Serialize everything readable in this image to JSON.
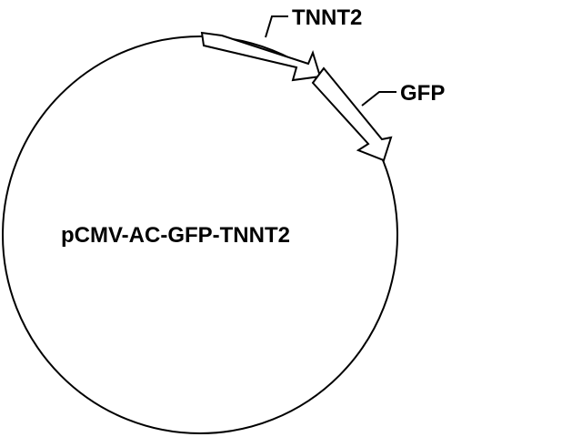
{
  "plasmid": {
    "name": "pCMV-AC-GFP-TNNT2"
  },
  "features": [
    {
      "name": "TNNT2",
      "type": "gene"
    },
    {
      "name": "GFP",
      "type": "gene"
    }
  ],
  "colors": {
    "line": "#000000",
    "background": "#ffffff",
    "feature_fill": "#ffffff"
  }
}
